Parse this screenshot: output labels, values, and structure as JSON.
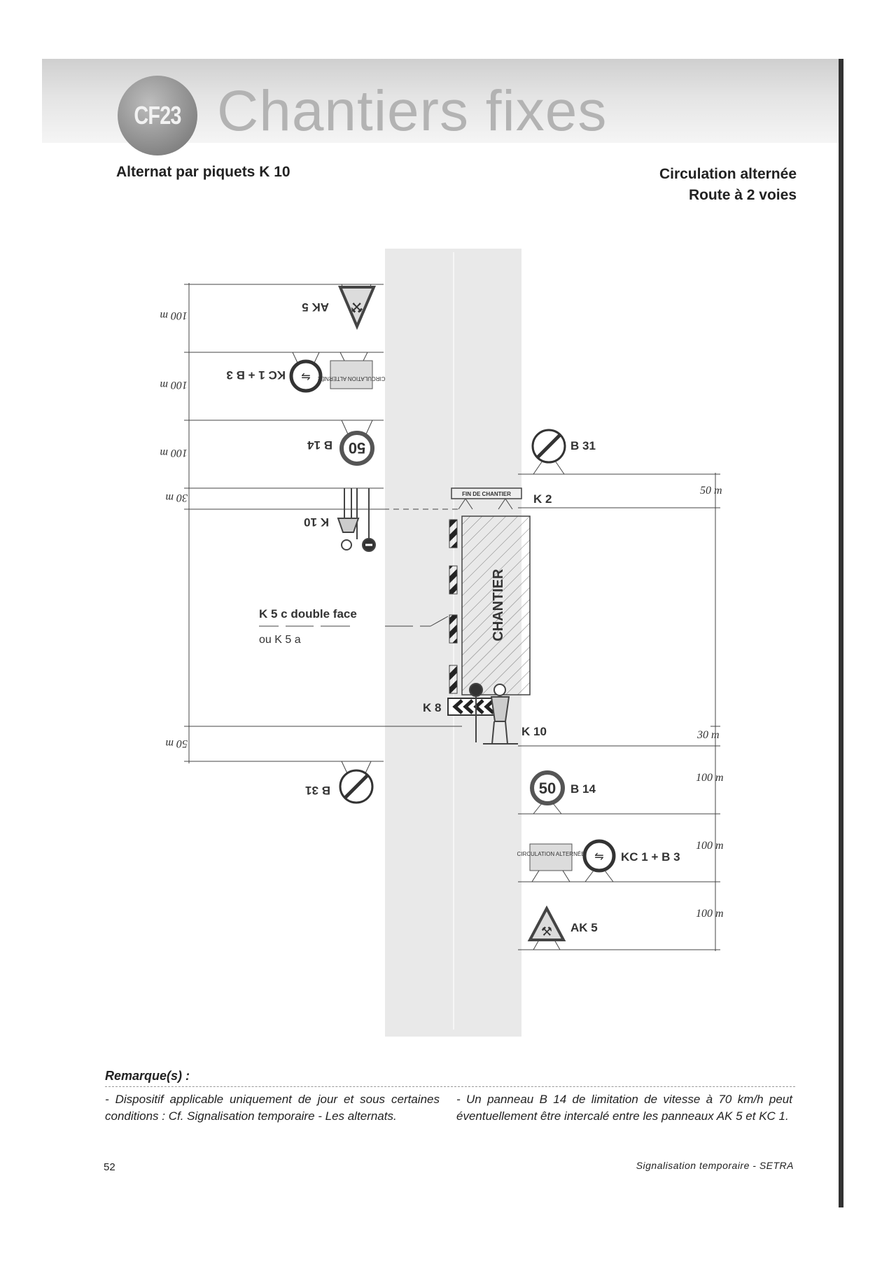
{
  "header": {
    "badge": "CF23",
    "title": "Chantiers fixes"
  },
  "headings": {
    "left": "Alternat par piquets K 10",
    "right_line1": "Circulation alternée",
    "right_line2": "Route à 2 voies"
  },
  "diagram": {
    "chantier": "CHANTIER",
    "fin_de_chantier": "FIN DE CHANTIER",
    "circulation_alternee": "CIRCULATION ALTERNÉE",
    "speed_limit": "50",
    "k5c_line1": "K 5 c double face",
    "k5c_line2": "ou K 5 a",
    "left_labels": [
      "AK 5",
      "KC 1 + B 3",
      "B 14",
      "K 10",
      "B 31"
    ],
    "left_distances": [
      "100 m",
      "100 m",
      "100 m",
      "30 m",
      "50 m"
    ],
    "right_labels": [
      "B 31",
      "K 2",
      "K 8",
      "K 10",
      "B 14",
      "KC 1 + B 3",
      "AK 5"
    ],
    "right_distances": [
      "50 m",
      "30 m",
      "100 m",
      "100 m",
      "100 m"
    ],
    "colors": {
      "road": "#e9e9e9",
      "ink": "#333333",
      "sign_fill": "#dcdcdc"
    }
  },
  "remarks": {
    "title": "Remarque(s) :",
    "left": "- Dispositif applicable uniquement de jour et sous certaines conditions : Cf. Signalisation temporaire - Les alternats.",
    "right": "- Un panneau B 14 de limitation de vitesse à 70 km/h peut éventuellement être intercalé entre les panneaux AK 5 et KC 1."
  },
  "footer": {
    "page_number": "52",
    "source": "Signalisation temporaire - SETRA"
  }
}
